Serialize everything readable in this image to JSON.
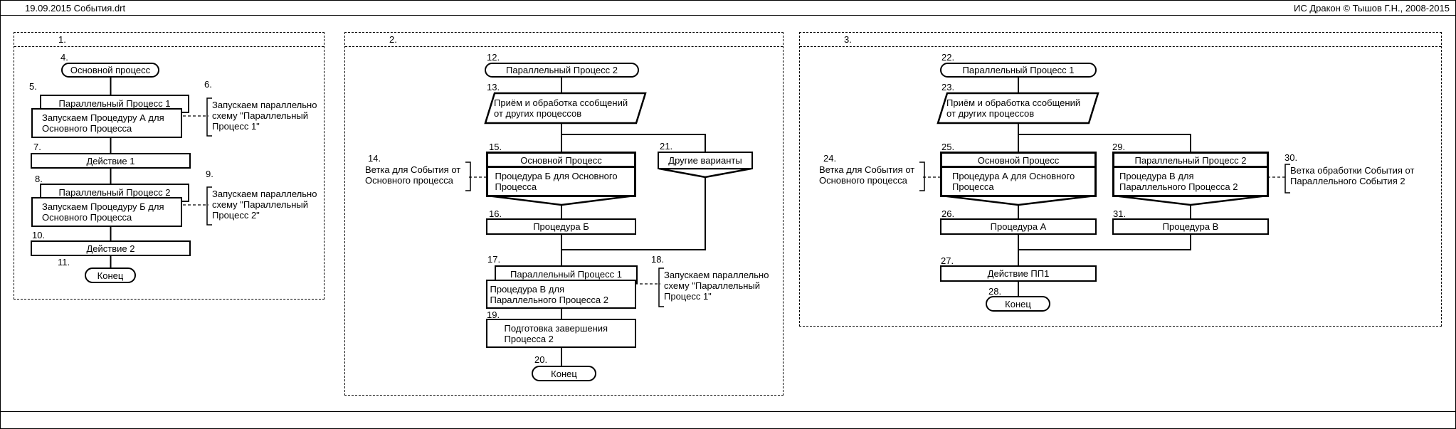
{
  "titlebar": {
    "left": "19.09.2015   События.drt",
    "right": "ИС Дракон © Тышов Г.Н., 2008-2015"
  },
  "regions": {
    "r1": "1.",
    "r2": "2.",
    "r3": "3."
  },
  "nodes": {
    "n4": {
      "num": "4.",
      "label": "Основной процесс"
    },
    "n5": {
      "num": "5.",
      "title": "Параллельный Процесс 1",
      "body": "Запускаем Процедуру А для Основного Процесса"
    },
    "n7": {
      "num": "7.",
      "label": "Действие 1"
    },
    "n8": {
      "num": "8.",
      "title": "Параллельный Процесс 2",
      "body": "Запускаем Процедуру Б для Основного Процесса"
    },
    "n10": {
      "num": "10.",
      "label": "Действие 2"
    },
    "n11": {
      "num": "11.",
      "label": "Конец"
    },
    "n12": {
      "num": "12.",
      "label": "Параллельный Процесс 2"
    },
    "n13": {
      "num": "13.",
      "label": "Приём и обработка ссобщений от других процессов"
    },
    "n15": {
      "num": "15.",
      "title": "Основной Процесс",
      "body": "Процедура Б для Основного Процесса"
    },
    "n16": {
      "num": "16.",
      "label": "Процедура Б"
    },
    "n17": {
      "num": "17.",
      "title": "Параллельный Процесс 1",
      "body": "Процедура В для Параллельного Процесса 2"
    },
    "n19": {
      "num": "19.",
      "label": "Подготовка завершения Процесса 2"
    },
    "n20": {
      "num": "20.",
      "label": "Конец"
    },
    "n21": {
      "num": "21.",
      "label": "Другие варианты"
    },
    "n22": {
      "num": "22.",
      "label": "Параллельный Процесс 1"
    },
    "n23": {
      "num": "23.",
      "label": "Приём и обработка ссобщений от других процессов"
    },
    "n25": {
      "num": "25.",
      "title": "Основной Процесс",
      "body": "Процедура А для Основного Процесса"
    },
    "n26": {
      "num": "26.",
      "label": "Процедура А"
    },
    "n27": {
      "num": "27.",
      "label": "Действие ПП1"
    },
    "n28": {
      "num": "28.",
      "label": "Конец"
    },
    "n29": {
      "num": "29.",
      "title": "Параллельный Процесс 2",
      "body": "Процедура В для Параллельного Процесса 2"
    },
    "n31": {
      "num": "31.",
      "label": "Процедура В"
    }
  },
  "comments": {
    "c6": {
      "num": "6.",
      "text": "Запускаем параллельно схему \"Параллельный Процесс 1\""
    },
    "c9": {
      "num": "9.",
      "text": "Запускаем параллельно схему \"Параллельный Процесс 2\""
    },
    "c14": {
      "num": "14.",
      "text": "Ветка для События от Основного процесса"
    },
    "c18": {
      "num": "18.",
      "text": "Запускаем параллельно схему \"Параллельный Процесс 1\""
    },
    "c24": {
      "num": "24.",
      "text": "Ветка для События от Основного процесса"
    },
    "c30": {
      "num": "30.",
      "text": "Ветка обработки События от Параллельного События 2"
    }
  }
}
